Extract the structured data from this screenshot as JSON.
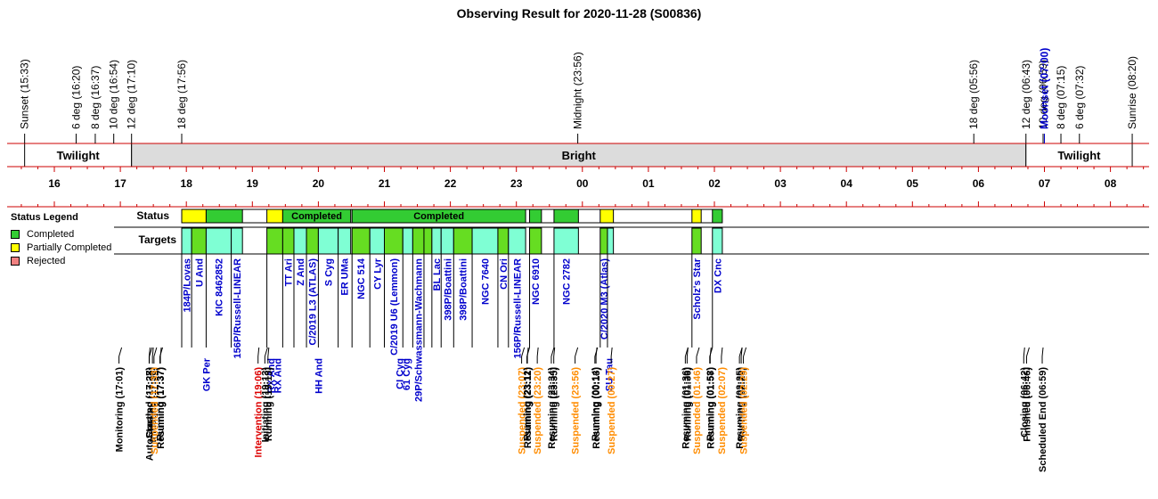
{
  "title": "Observing Result for 2020-11-28 (S00836)",
  "colors": {
    "completed": "#33cc33",
    "partial": "#ffff00",
    "rejected": "#f08080",
    "target_light": "#7fffd4",
    "bright_band": "#dcdcdc",
    "grid_red": "#cc0000",
    "event_blue": "#0000cc",
    "suspended": "#ff8c00",
    "intervention": "#dd0000"
  },
  "legend": {
    "title": "Status Legend",
    "items": [
      {
        "label": "Completed",
        "color": "#33cc33"
      },
      {
        "label": "Partially Completed",
        "color": "#ffff00"
      },
      {
        "label": "Rejected",
        "color": "#f08080"
      }
    ]
  },
  "rows": {
    "status": "Status",
    "targets": "Targets"
  },
  "hours": [
    "16",
    "17",
    "18",
    "19",
    "20",
    "21",
    "22",
    "23",
    "00",
    "01",
    "02",
    "03",
    "04",
    "05",
    "06",
    "07",
    "08"
  ],
  "sky": [
    {
      "label": "Sunset (15:33)",
      "t": 15.55,
      "color": "#000000"
    },
    {
      "label": "6 deg (16:20)",
      "t": 16.33,
      "color": "#000000"
    },
    {
      "label": "8 deg (16:37)",
      "t": 16.62,
      "color": "#000000"
    },
    {
      "label": "10 deg (16:54)",
      "t": 16.9,
      "color": "#000000"
    },
    {
      "label": "12 deg (17:10)",
      "t": 17.17,
      "color": "#000000"
    },
    {
      "label": "18 deg (17:56)",
      "t": 17.93,
      "color": "#000000"
    },
    {
      "label": "Midnight (23:56)",
      "t": 23.93,
      "color": "#000000"
    },
    {
      "label": "18 deg (05:56)",
      "t": 29.93,
      "color": "#000000"
    },
    {
      "label": "12 deg (06:43)",
      "t": 30.72,
      "color": "#000000"
    },
    {
      "label": "10 deg (06:59)",
      "t": 30.98,
      "color": "#000000"
    },
    {
      "label": "Moonset (07:00)",
      "t": 31.0,
      "color": "#0000cc"
    },
    {
      "label": "8 deg (07:15)",
      "t": 31.25,
      "color": "#000000"
    },
    {
      "label": "6 deg (07:32)",
      "t": 31.53,
      "color": "#000000"
    },
    {
      "label": "Sunrise (08:20)",
      "t": 32.33,
      "color": "#000000"
    }
  ],
  "bands": [
    {
      "label": "Twilight",
      "start": 15.55,
      "end": 17.17
    },
    {
      "label": "Bright",
      "start": 17.17,
      "end": 30.72
    },
    {
      "label": "Twilight",
      "start": 30.72,
      "end": 32.33
    }
  ],
  "status_blocks": [
    {
      "start": 17.93,
      "end": 18.3,
      "status": "partial",
      "label": ""
    },
    {
      "start": 18.3,
      "end": 18.85,
      "status": "completed",
      "label": ""
    },
    {
      "start": 19.22,
      "end": 19.46,
      "status": "partial",
      "label": ""
    },
    {
      "start": 19.46,
      "end": 20.49,
      "status": "completed",
      "label": "Completed"
    },
    {
      "start": 20.51,
      "end": 23.14,
      "status": "completed",
      "label": "Completed"
    },
    {
      "start": 23.2,
      "end": 23.38,
      "status": "completed",
      "label": ""
    },
    {
      "start": 23.57,
      "end": 23.94,
      "status": "completed",
      "label": ""
    },
    {
      "start": 24.27,
      "end": 24.47,
      "status": "partial",
      "label": ""
    },
    {
      "start": 25.66,
      "end": 25.8,
      "status": "partial",
      "label": ""
    },
    {
      "start": 25.97,
      "end": 26.12,
      "status": "completed",
      "label": ""
    }
  ],
  "targets": [
    {
      "start": 17.93,
      "end": 18.08,
      "kind": "light",
      "name": "184P/Lovas"
    },
    {
      "start": 18.08,
      "end": 18.3,
      "kind": "green",
      "name": "U And"
    },
    {
      "start": 18.3,
      "end": 18.68,
      "kind": "light",
      "name": "KIC 8462852"
    },
    {
      "start": 18.68,
      "end": 18.85,
      "kind": "light",
      "name": "156P/Russell-LINEAR"
    },
    {
      "start": 19.22,
      "end": 19.46,
      "kind": "green",
      "name": ""
    },
    {
      "start": 19.46,
      "end": 19.63,
      "kind": "green",
      "name": "TT Ari"
    },
    {
      "start": 19.63,
      "end": 19.82,
      "kind": "light",
      "name": "Z And"
    },
    {
      "start": 19.82,
      "end": 20.0,
      "kind": "green",
      "name": "C/2019 L3 (ATLAS)"
    },
    {
      "start": 20.0,
      "end": 20.3,
      "kind": "light",
      "name": "S Cyg"
    },
    {
      "start": 20.3,
      "end": 20.49,
      "kind": "light",
      "name": "ER UMa"
    },
    {
      "start": 20.51,
      "end": 20.78,
      "kind": "green",
      "name": "NGC 514"
    },
    {
      "start": 20.78,
      "end": 21.0,
      "kind": "light",
      "name": "CY Lyr"
    },
    {
      "start": 21.0,
      "end": 21.28,
      "kind": "green",
      "name": "C/2019 U6 (Lemmon)"
    },
    {
      "start": 21.28,
      "end": 21.43,
      "kind": "light",
      "name": ""
    },
    {
      "start": 21.43,
      "end": 21.6,
      "kind": "green",
      "name": "29P/Schwassmann-Wachmann"
    },
    {
      "start": 21.6,
      "end": 21.72,
      "kind": "green",
      "name": ""
    },
    {
      "start": 21.72,
      "end": 21.86,
      "kind": "light",
      "name": "BL Lac"
    },
    {
      "start": 21.86,
      "end": 22.05,
      "kind": "light",
      "name": "398P/Boattini"
    },
    {
      "start": 22.05,
      "end": 22.33,
      "kind": "green",
      "name": "398P/Boattini"
    },
    {
      "start": 22.33,
      "end": 22.72,
      "kind": "light",
      "name": "NGC 7640"
    },
    {
      "start": 22.72,
      "end": 22.88,
      "kind": "green",
      "name": "CN Ori"
    },
    {
      "start": 22.88,
      "end": 23.14,
      "kind": "light",
      "name": "156P/Russell-LINEAR"
    },
    {
      "start": 23.2,
      "end": 23.38,
      "kind": "green",
      "name": "NGC 6910"
    },
    {
      "start": 23.57,
      "end": 23.94,
      "kind": "light",
      "name": "NGC 2782"
    },
    {
      "start": 24.27,
      "end": 24.38,
      "kind": "green",
      "name": "C/2020 M3 (Atlas)"
    },
    {
      "start": 24.38,
      "end": 24.47,
      "kind": "light",
      "name": ""
    },
    {
      "start": 25.66,
      "end": 25.8,
      "kind": "green",
      "name": "Scholz's Star"
    },
    {
      "start": 25.97,
      "end": 26.12,
      "kind": "light",
      "name": "DX Cnc"
    }
  ],
  "side_targets": [
    {
      "t": 18.3,
      "name": "GK Per"
    },
    {
      "t": 19.28,
      "name": "RX And"
    },
    {
      "t": 19.38,
      "name": "RX And"
    },
    {
      "t": 20.0,
      "name": "HH And"
    },
    {
      "t": 21.23,
      "name": "CI Cyg"
    },
    {
      "t": 21.33,
      "name": "61 Cyg"
    },
    {
      "t": 24.4,
      "name": "SU Tau"
    }
  ],
  "events": [
    {
      "t": 17.02,
      "label": "Monitoring (17:01)",
      "color": "#000000"
    },
    {
      "t": 17.45,
      "label": "AutoStarting (17:27)",
      "color": "#000000"
    },
    {
      "t": 17.48,
      "label": "Created (17:28)",
      "color": "#000000"
    },
    {
      "t": 17.5,
      "label": "Initiating (17:30)",
      "color": "#000000"
    },
    {
      "t": 17.55,
      "label": "Suspended (17:33)",
      "color": "#ff8c00"
    },
    {
      "t": 17.62,
      "label": "Resuming (17:37)",
      "color": "#000000"
    },
    {
      "t": 17.64,
      "label": "Running (17:37)",
      "color": "#000000"
    },
    {
      "t": 19.1,
      "label": "Intervention (19:06)",
      "color": "#dd0000"
    },
    {
      "t": 19.23,
      "label": "Initiating (19:13)",
      "color": "#000000"
    },
    {
      "t": 19.25,
      "label": "Running (19:15)",
      "color": "#000000"
    },
    {
      "t": 23.12,
      "label": "Suspended (23:07)",
      "color": "#ff8c00"
    },
    {
      "t": 23.18,
      "label": "Resuming (23:11)",
      "color": "#000000"
    },
    {
      "t": 23.2,
      "label": "Running (23:12)",
      "color": "#000000"
    },
    {
      "t": 23.33,
      "label": "Suspended (23:20)",
      "color": "#ff8c00"
    },
    {
      "t": 23.57,
      "label": "Resuming (23:34)",
      "color": "#000000"
    },
    {
      "t": 23.58,
      "label": "Running (23:35)",
      "color": "#000000"
    },
    {
      "t": 23.93,
      "label": "Suspended (23:56)",
      "color": "#ff8c00"
    },
    {
      "t": 24.22,
      "label": "Resuming (00:13)",
      "color": "#000000"
    },
    {
      "t": 24.23,
      "label": "Running (00:14)",
      "color": "#000000"
    },
    {
      "t": 24.45,
      "label": "Suspended (00:27)",
      "color": "#ff8c00"
    },
    {
      "t": 25.6,
      "label": "Resuming (01:36)",
      "color": "#000000"
    },
    {
      "t": 25.6,
      "label": "Running (01:36)",
      "color": "#000000"
    },
    {
      "t": 25.77,
      "label": "Suspended (01:46)",
      "color": "#ff8c00"
    },
    {
      "t": 25.95,
      "label": "Resuming (01:57)",
      "color": "#000000"
    },
    {
      "t": 25.97,
      "label": "Running (01:58)",
      "color": "#000000"
    },
    {
      "t": 26.12,
      "label": "Suspended (02:07)",
      "color": "#ff8c00"
    },
    {
      "t": 26.42,
      "label": "Resuming (02:25)",
      "color": "#000000"
    },
    {
      "t": 26.42,
      "label": "Running (02:25)",
      "color": "#000000"
    },
    {
      "t": 26.48,
      "label": "Suspended (02:29)",
      "color": "#ff8c00"
    },
    {
      "t": 30.7,
      "label": "Closing (06:42)",
      "color": "#000000"
    },
    {
      "t": 30.77,
      "label": "Finished (06:46)",
      "color": "#000000"
    },
    {
      "t": 30.98,
      "label": "Scheduled End (06:59)",
      "color": "#000000"
    }
  ]
}
